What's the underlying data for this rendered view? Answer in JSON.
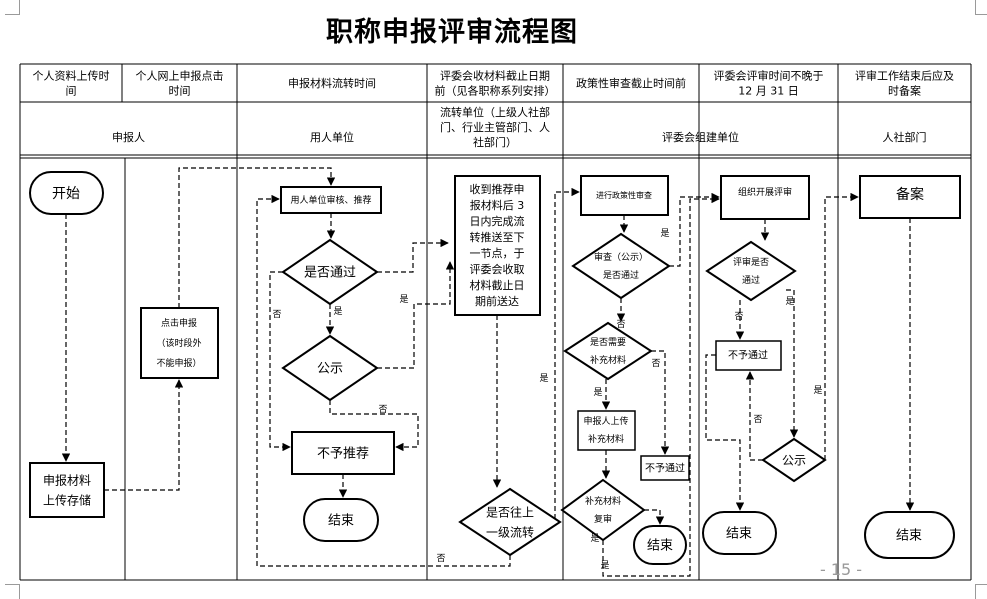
{
  "title": "职称申报评审流程图",
  "page_number": "- 15 -",
  "header_times": [
    [
      "个人资料上传时",
      "间"
    ],
    [
      "个人网上申报点击",
      "时间"
    ],
    [
      "申报材料流转时间"
    ],
    [
      "评委会收材料截止日期",
      "前（见各职称系列安排）"
    ],
    [
      "政策性审查截止时间前"
    ],
    [
      "评委会评审时间不晚于",
      "12 月 31 日"
    ],
    [
      "评审工作结束后应及",
      "时备案"
    ]
  ],
  "header_units": [
    [
      "申报人"
    ],
    [
      "用人单位"
    ],
    [
      "流转单位（上级人社部",
      "门、行业主管部门、人",
      "社部门）"
    ],
    [
      "评委会组建单位"
    ],
    [
      "人社部门"
    ]
  ],
  "nodes": {
    "start": [
      "开始"
    ],
    "upload": [
      "申报材料",
      "上传存储"
    ],
    "click": [
      "点击申报",
      "（该时段外",
      "不能申报）"
    ],
    "employer_review": [
      "用人单位审核、推荐"
    ],
    "pass_q": [
      "是否通过"
    ],
    "publicity1": [
      "公示"
    ],
    "not_recommend": [
      "不予推荐"
    ],
    "end1": [
      "结束"
    ],
    "transfer": [
      "收到推荐申",
      "报材料后 3",
      "日内完成流",
      "转推送至下",
      "一节点，于",
      "评委会收取",
      "材料截止日",
      "期前送达"
    ],
    "upper_q": [
      "是否往上",
      "一级流转"
    ],
    "policy_review": [
      "进行政策性审查"
    ],
    "review_q": [
      "审查（公示）",
      "是否通过"
    ],
    "supp_q": [
      "是否需要",
      "补充材料"
    ],
    "upload_supp": [
      "申报人上传",
      "补充材料"
    ],
    "recheck_q": [
      "补充材料",
      "复审"
    ],
    "reject_a": [
      "不予通过"
    ],
    "end2": [
      "结束"
    ],
    "organize": [
      "组织开展评审"
    ],
    "eval_q": [
      "评审是否",
      "通过"
    ],
    "reject_b": [
      "不予通过"
    ],
    "publicity2": [
      "公示"
    ],
    "end3": [
      "结束"
    ],
    "record": [
      "备案"
    ],
    "end4": [
      "结束"
    ]
  },
  "edge_labels": {
    "no": "否",
    "yes": "是"
  }
}
